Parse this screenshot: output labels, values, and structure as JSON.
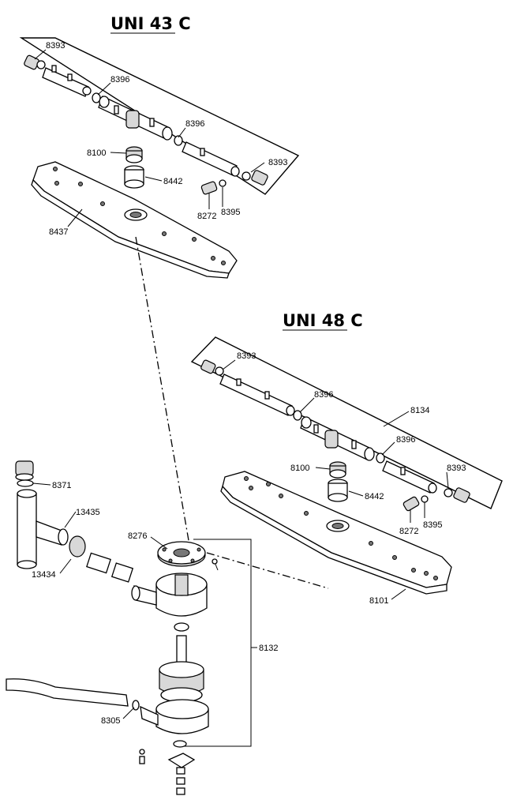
{
  "titles": {
    "top": "UNI 43 C",
    "bottom": "UNI 48 C"
  },
  "labels": {
    "top_8393_a": "8393",
    "top_8396_a": "8396",
    "top_8396_b": "8396",
    "top_8100": "8100",
    "top_8442": "8442",
    "top_8393_b": "8393",
    "top_8272": "8272",
    "top_8395": "8395",
    "top_8437": "8437",
    "bot_8393_a": "8393",
    "bot_8396_a": "8396",
    "bot_8134": "8134",
    "bot_8396_b": "8396",
    "bot_8100": "8100",
    "bot_8393_b": "8393",
    "bot_8442": "8442",
    "bot_8395": "8395",
    "bot_8272": "8272",
    "bot_8101": "8101",
    "hub_8371": "8371",
    "hub_13435": "13435",
    "hub_13434": "13434",
    "hub_8276": "8276",
    "hub_8132": "8132",
    "hub_8305": "8305"
  }
}
